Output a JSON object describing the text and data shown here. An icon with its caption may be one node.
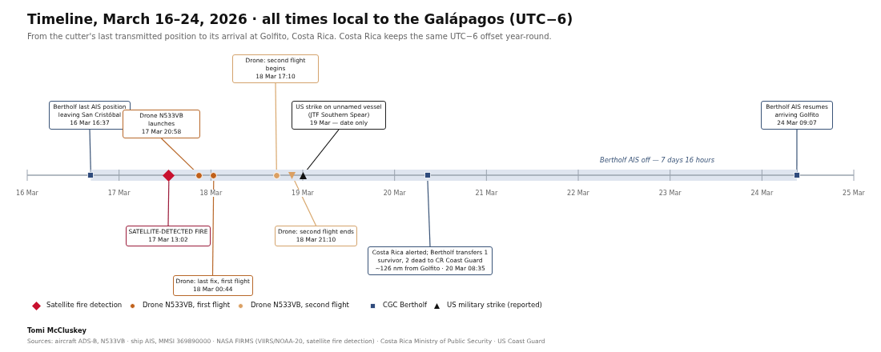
{
  "diagram": {
    "title": "Timeline, March 16–24, 2026 · all times local to the Galápagos (UTC−6)",
    "caption": "From the cutter's last transmitted position to its arrival at Golfito, Costa Rica. Costa Rica keeps the same UTC−6 offset year-round.",
    "nodes": [
      {
        "text": [
          "Drone: second flight begins",
          "18 Mar 17:10"
        ]
      },
      {
        "text": [
          "Bertholf last AIS position leaving San Cristóbal",
          "16 Mar 16:37"
        ]
      },
      {
        "text": [
          "Drone N533VB launches",
          "17 Mar 20:58"
        ]
      },
      {
        "text": [
          "US strike on unnamed vessel (JTF Southern Spear)",
          "19 Mar — date only"
        ]
      },
      {
        "text": [
          "Bertholf AIS resumes arriving Golfito",
          "24 Mar 09:07"
        ]
      },
      {
        "text": [
          "SATELLITE-DETECTED FIRE",
          "17 Mar 13:02"
        ]
      },
      {
        "text": [
          "Drone: second flight ends",
          "18 Mar 21:10"
        ]
      },
      {
        "text": [
          "Costa Rica alerted; Bertholf transfers 1 survivor, 2 dead to CR Coast Guard ~126 nm from Golfito · 20 Mar 08:35"
        ]
      },
      {
        "text": [
          "Drone: last fix, first flight",
          "18 Mar 00:44"
        ]
      },
      {
        "text": [],
        "shape": "box"
      },
      {
        "text": [],
        "shape": "diamond"
      },
      {
        "text": [],
        "shape": "circle"
      },
      {
        "text": [],
        "shape": "circle"
      },
      {
        "text": [],
        "shape": "circle"
      },
      {
        "text": [],
        "shape": "triangle"
      },
      {
        "text": [],
        "shape": "triangle"
      },
      {
        "text": [],
        "shape": "box"
      },
      {
        "text": [],
        "shape": "box"
      }
    ],
    "edges": [
      {
        "from": 1,
        "to": 9,
        "arrow": "none"
      },
      {
        "from": 5,
        "to": 10,
        "arrow": "none",
        "color": "#9b1b3a"
      },
      {
        "from": 2,
        "to": 11,
        "arrow": "none",
        "color": "#b8682a"
      },
      {
        "from": 8,
        "to": 12,
        "arrow": "none",
        "color": "#b8682a"
      },
      {
        "from": 0,
        "to": 13,
        "arrow": "none",
        "color": "#d9a86e"
      },
      {
        "from": 6,
        "to": 14,
        "arrow": "none",
        "color": "#d9a86e"
      },
      {
        "from": 3,
        "to": 15,
        "arrow": "none",
        "color": "#111111"
      },
      {
        "from": 7,
        "to": 16,
        "arrow": "none"
      },
      {
        "from": 4,
        "to": 17,
        "arrow": "none"
      }
    ],
    "labels": [
      "16 Mar",
      "17 Mar",
      "18 Mar",
      "19 Mar",
      "20 Mar",
      "21 Mar",
      "22 Mar",
      "23 Mar",
      "24 Mar",
      "25 Mar",
      "Bertholf AIS off — 7 days 16 hours",
      "Tomi McCluskey",
      "Sources: aircraft ADS-B, N533VB · ship AIS, MMSI 369890000 · NASA FIRMS (VIIRS/NOAA-20, satellite fire detection) · Costa Rica Ministry of Public Security · US Coast Guard"
    ],
    "legend": [
      {
        "text": "Satellite fire detection"
      },
      {
        "text": "Drone N533VB, first flight"
      },
      {
        "text": "Drone N533VB, second flight"
      },
      {
        "text": "CGC Bertholf"
      },
      {
        "text": "US military strike (reported)"
      }
    ]
  }
}
